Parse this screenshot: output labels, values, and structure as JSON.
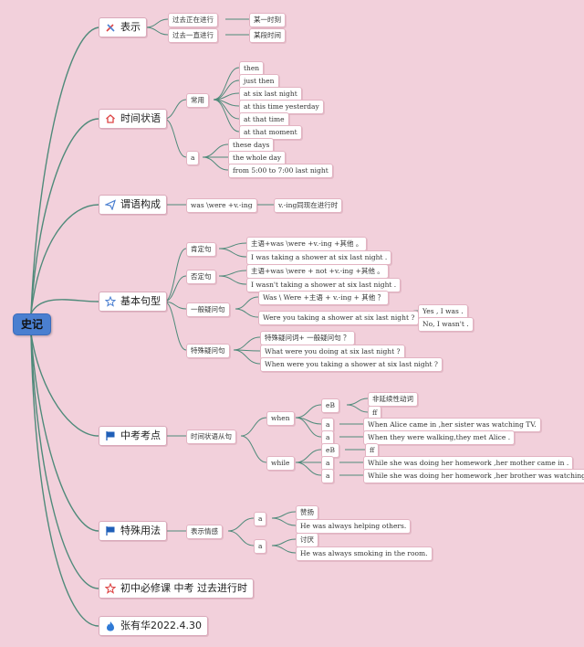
{
  "root": "史记",
  "b1": {
    "title": "表示",
    "icon": "tools-icon",
    "a1": "过去正在进行",
    "a2": "某一时刻",
    "b1": "过去一直进行",
    "b2": "某段时间"
  },
  "b2": {
    "title": "时间状语",
    "icon": "house-icon",
    "g1": "常用",
    "g1_items": [
      "then",
      "just then",
      "at six last night",
      "at this time yesterday",
      "at that time",
      "at that moment"
    ],
    "g2": "a",
    "g2_items": [
      "these days",
      "the whole day",
      "from 5:00 to 7:00 last night"
    ]
  },
  "b3": {
    "title": "谓语构成",
    "icon": "send-icon",
    "a": "was \\were +v.-ing",
    "b": "v.-ing同现在进行时"
  },
  "b4": {
    "title": "基本句型",
    "icon": "star-outline-icon",
    "p": "肯定句",
    "p1": "主语+was \\were +v.-ing +其他 。",
    "p2": "I was taking a shower at six last night .",
    "n": "否定句",
    "n1": "主语+was \\were + not +v.-ing +其他 。",
    "n2": "I wasn't taking a shower at six last night .",
    "g": "一般疑问句",
    "g1": "Was \\ Were +主语 + v.-ing + 其他 ？",
    "g2": "Were you taking a shower at six last night ?",
    "g3": "Yes , I was .",
    "g4": "No, I wasn't .",
    "s": "特殊疑问句",
    "s1": "特殊疑问词+ 一般疑问句 ？",
    "s2": "What were you doing at six last night ?",
    "s3": "When were you taking a shower at six last night ?"
  },
  "b5": {
    "title": "中考考点",
    "icon": "flag-icon",
    "clause": "时间状语从句",
    "when": "when",
    "when_eb": "eB",
    "when_eb1": "非延续性动词",
    "when_eb2": "ff",
    "when_a1": "a",
    "when_a1t": "When Alice came in ,her sister was watching TV.",
    "when_a2": "a",
    "when_a2t": "When they were walking,they met Alice .",
    "while": "while",
    "while_eb": "eB",
    "while_eb1": "ff",
    "while_a1": "a",
    "while_a1t": "While she was doing her homework ,her mother came in .",
    "while_a2": "a",
    "while_a2t": "While she was doing her homework ,her brother was watching TV."
  },
  "b6": {
    "title": "特殊用法",
    "icon": "flag-icon",
    "e": "表示情感",
    "a1": "a",
    "a1a": "赞扬",
    "a1b": "He was always helping others.",
    "a2": "a",
    "a2a": "讨厌",
    "a2b": "He was always smoking in the room."
  },
  "b7": {
    "title": "初中必修课 中考 过去进行时",
    "icon": "star-outline-icon"
  },
  "b8": {
    "title": "张有华2022.4.30",
    "icon": "flame-icon"
  }
}
